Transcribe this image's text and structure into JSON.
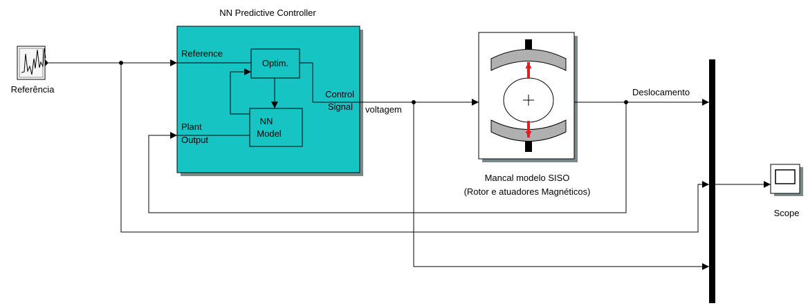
{
  "controller": {
    "title": "NN Predictive Controller",
    "ports": {
      "reference": "Reference",
      "plant_line1": "Plant",
      "plant_line2": "Output",
      "control_line1": "Control",
      "control_line2": "Signal"
    },
    "optim_label": "Optim.",
    "model_line1": "NN",
    "model_line2": "Model",
    "fill_color": "#16c4c4"
  },
  "source": {
    "label": "Referência"
  },
  "plant": {
    "label_line1": "Mancal modelo SISO",
    "label_line2": "(Rotor e atuadores Magnéticos)",
    "arrow_color": "#e02020"
  },
  "scope": {
    "label": "Scope"
  },
  "signals": {
    "voltage": "voltagem",
    "displacement": "Deslocamento"
  }
}
